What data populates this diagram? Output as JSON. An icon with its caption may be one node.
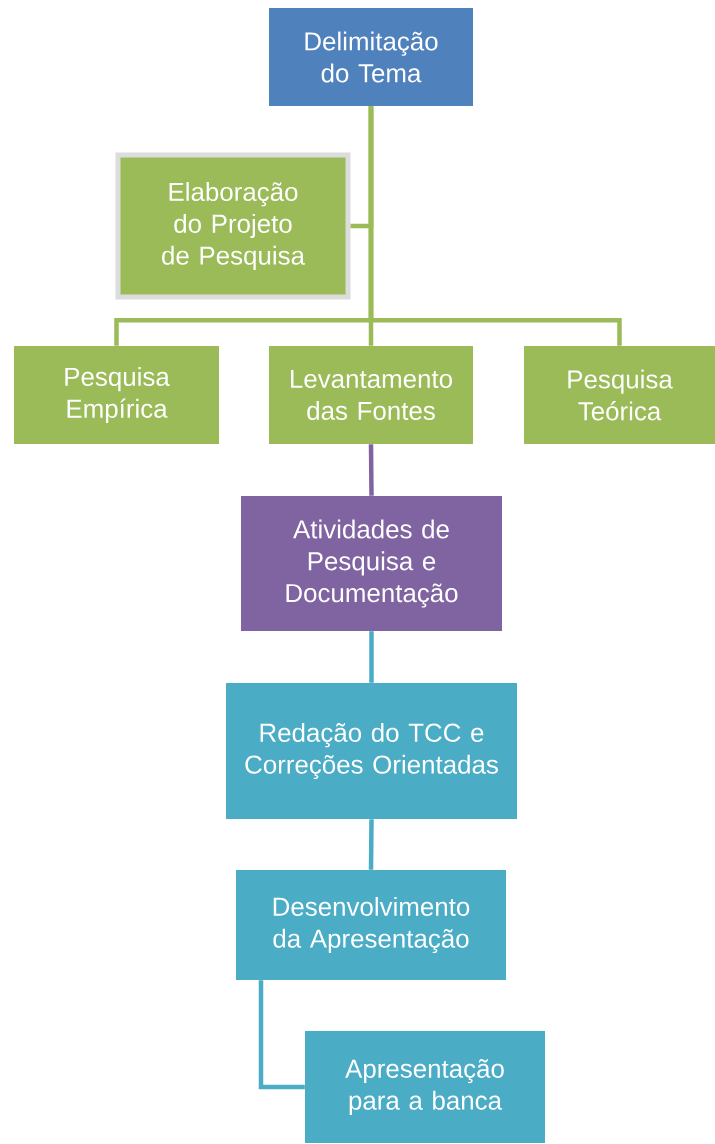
{
  "diagram": {
    "nodes": [
      {
        "text": [
          "Delimitação do Tema"
        ]
      },
      {
        "text": [
          "Elaboração do Projeto de Pesquisa"
        ]
      },
      {
        "text": [
          "Pesquisa Empírica"
        ]
      },
      {
        "text": [
          "Levantamento das Fontes"
        ]
      },
      {
        "text": [
          "Pesquisa Teórica"
        ]
      },
      {
        "text": [
          "Atividades de Pesquisa e Documentação"
        ]
      },
      {
        "text": [
          "Redação do TCC e Correções Orientadas"
        ]
      },
      {
        "text": [
          "Desenvolvimento da Apresentação"
        ]
      },
      {
        "text": [
          "Apresentação para a banca"
        ]
      }
    ],
    "edges": [
      {
        "from": 0,
        "to": 1,
        "arrow": "none"
      },
      {
        "from": 0,
        "to": 2,
        "arrow": "none"
      },
      {
        "from": 0,
        "to": 3,
        "arrow": "none"
      },
      {
        "from": 0,
        "to": 4,
        "arrow": "none"
      },
      {
        "from": 3,
        "to": 5,
        "arrow": "none",
        "color": "#8064a2"
      },
      {
        "from": 5,
        "to": 6,
        "arrow": "none",
        "color": "#4bacc6"
      },
      {
        "from": 6,
        "to": 7,
        "arrow": "none",
        "color": "#4bacc6"
      },
      {
        "from": 7,
        "to": 8,
        "arrow": "none",
        "color": "#4bacc6"
      }
    ]
  }
}
